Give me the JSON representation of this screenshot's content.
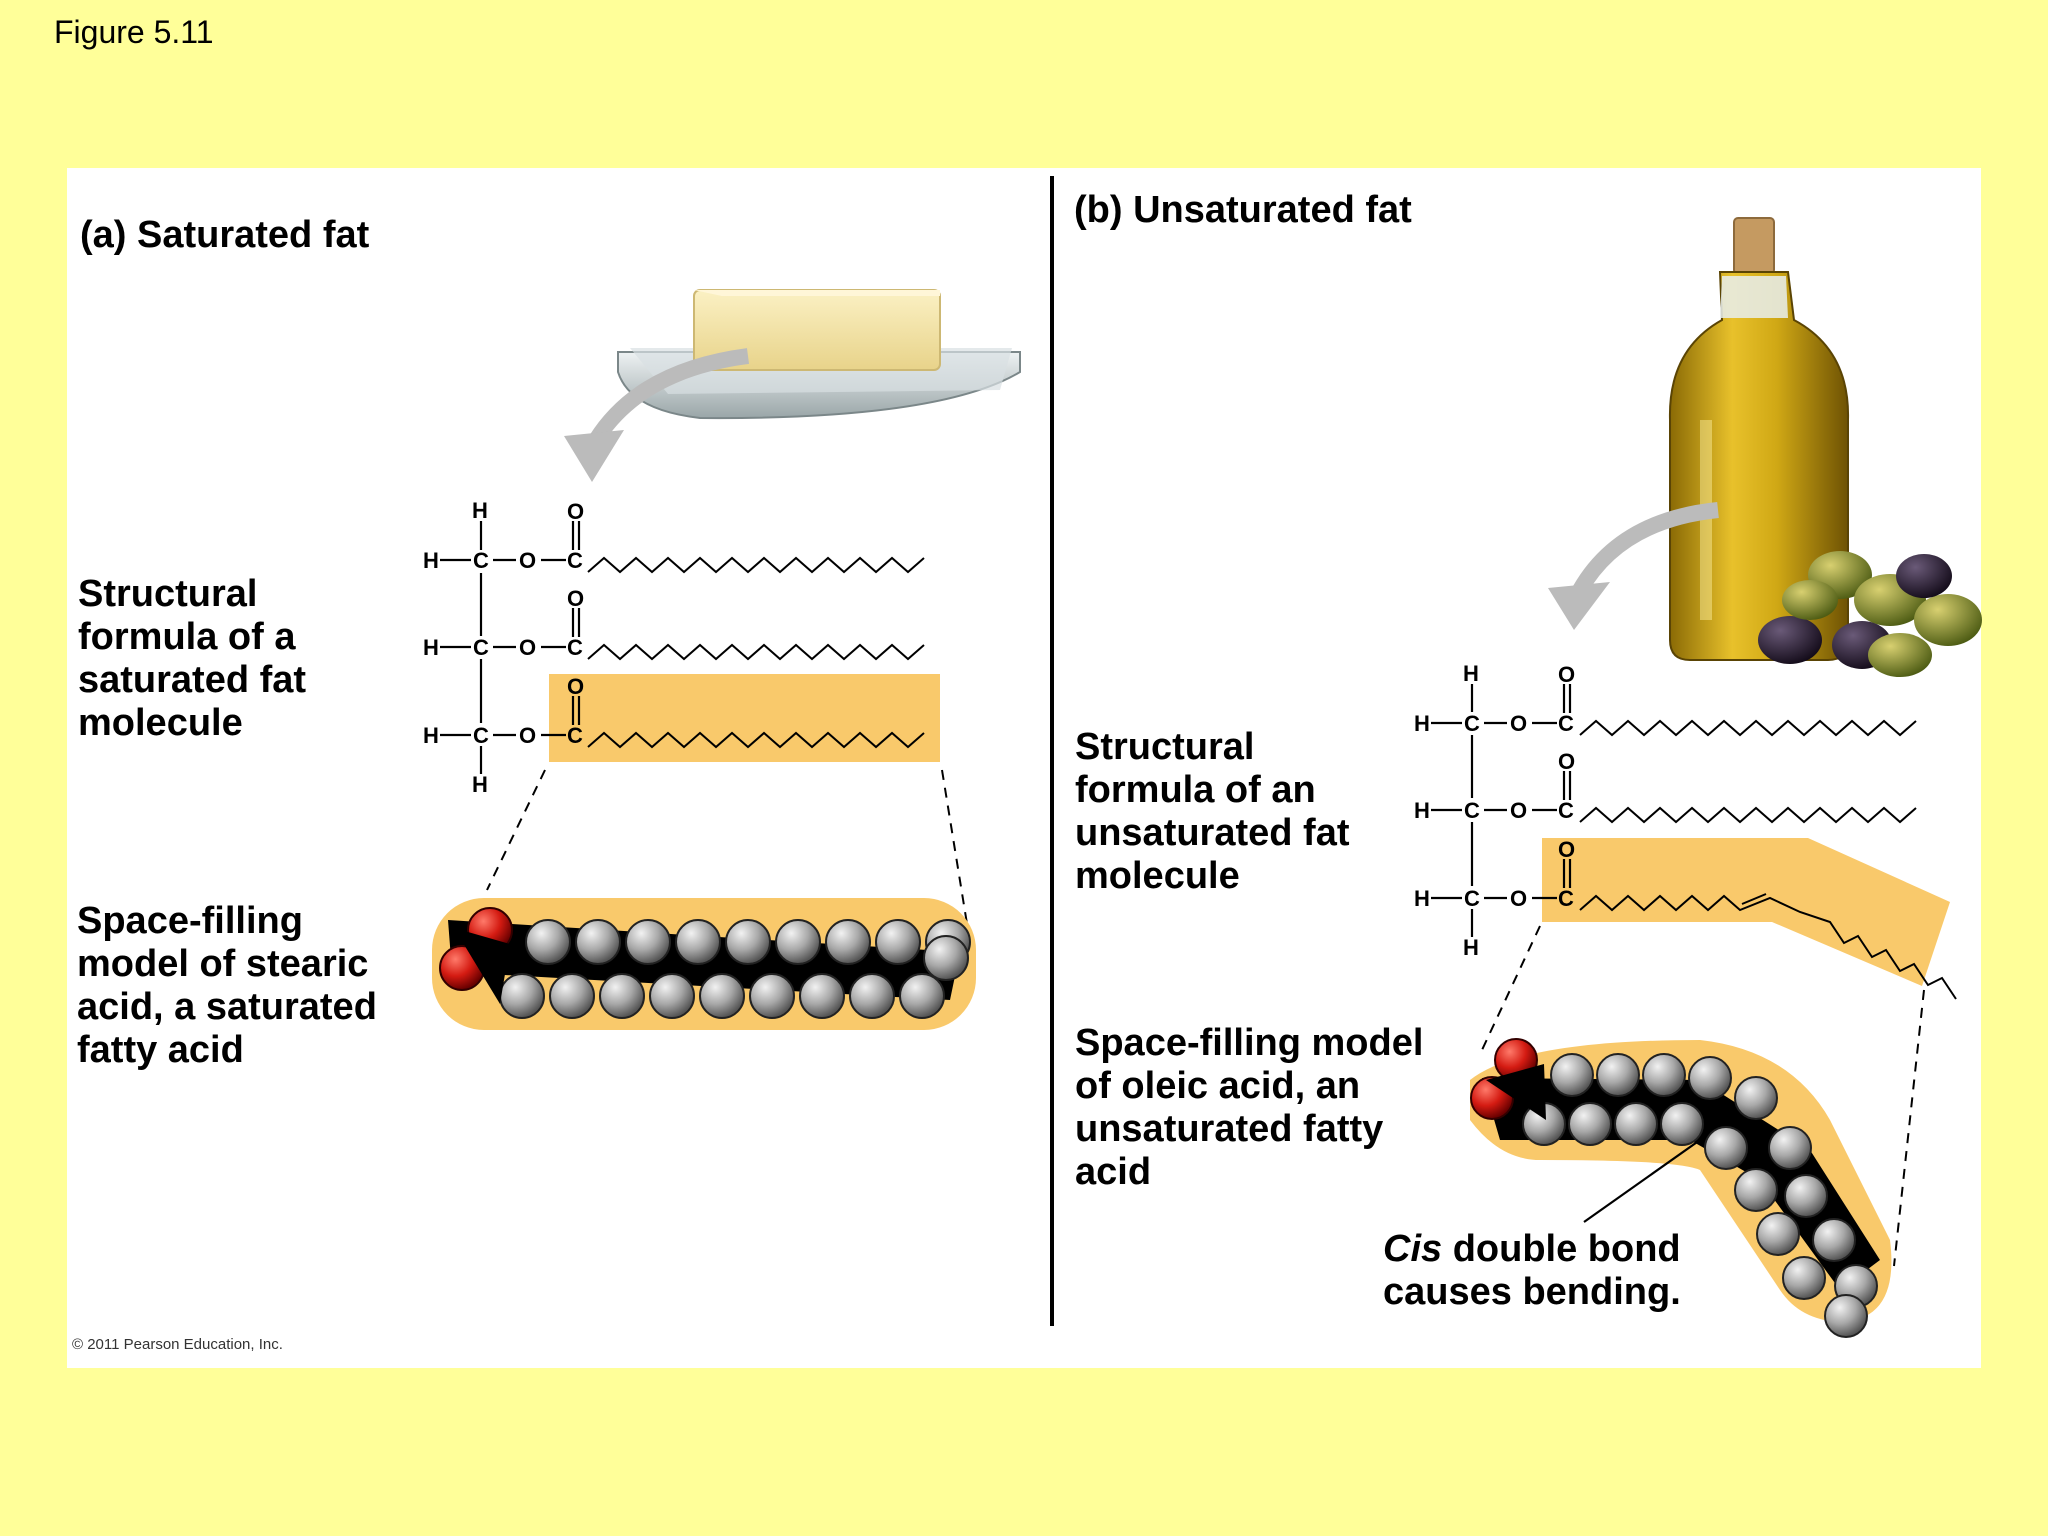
{
  "figure_label": "Figure 5.11",
  "panel_a": {
    "title": "(a) Saturated fat",
    "structural_label": [
      "Structural",
      "formula of a",
      "saturated fat",
      "molecule"
    ],
    "spacefill_label": [
      "Space-filling",
      "model of stearic",
      "acid, a saturated",
      "fatty acid"
    ]
  },
  "panel_b": {
    "title": "(b) Unsaturated fat",
    "structural_label": [
      "Structural",
      "formula of an",
      "unsaturated fat",
      "molecule"
    ],
    "spacefill_label": [
      "Space-filling model",
      "of oleic acid, an",
      "unsaturated fatty",
      "acid"
    ],
    "cis_note_italic": "Cis",
    "cis_note_rest": " double bond",
    "cis_note_line2": "causes bending."
  },
  "chem": {
    "H": "H",
    "C": "C",
    "O": "O"
  },
  "copyright": "© 2011 Pearson Education, Inc.",
  "colors": {
    "page_bg": "#ffff99",
    "highlight": "#f9c96b",
    "carbon": "#a8a8a8",
    "oxygen": "#cc1111",
    "butter": "#f5e6a6",
    "oil": "#c9a11a"
  }
}
